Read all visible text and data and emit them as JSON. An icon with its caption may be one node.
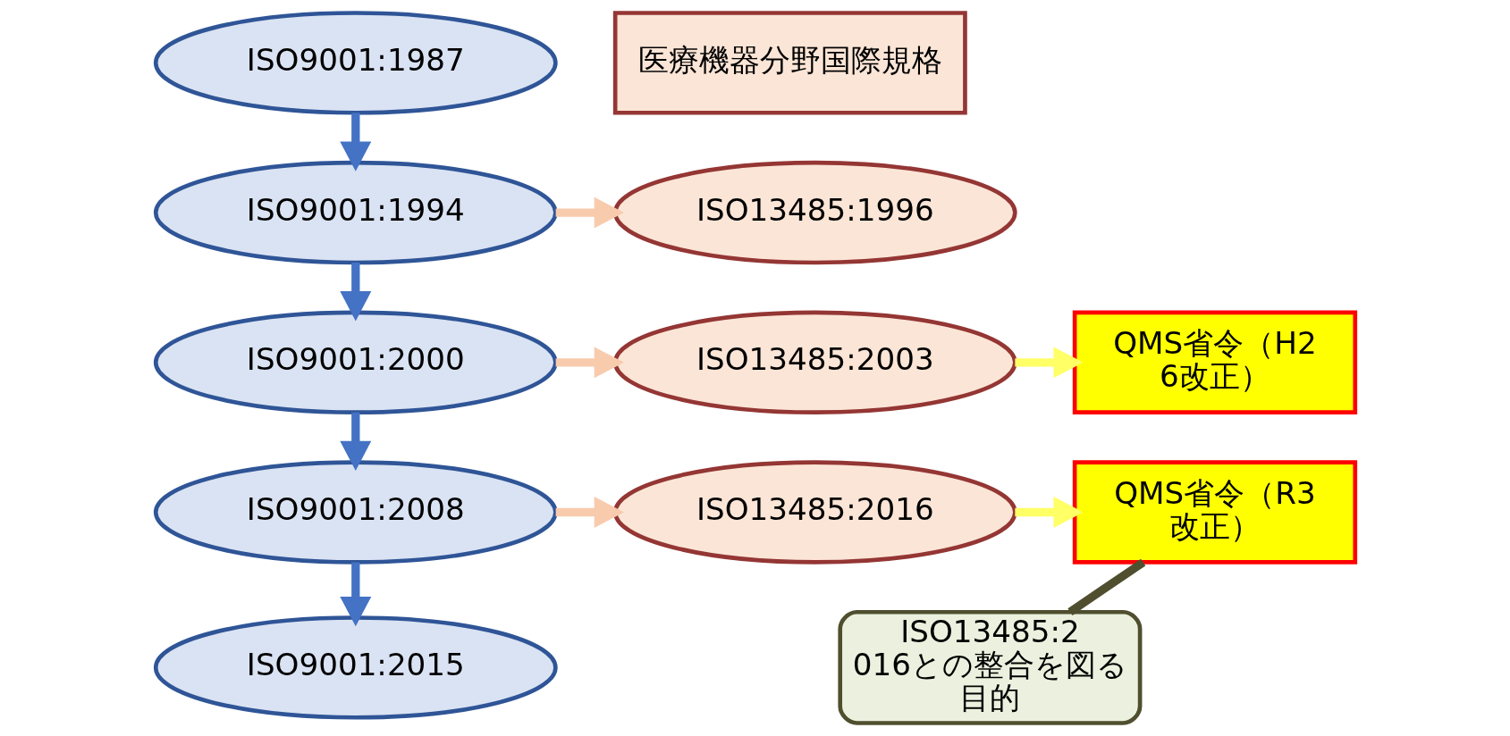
{
  "diagram": {
    "nodes": [
      {
        "text": [
          "ISO9001:1987"
        ]
      },
      {
        "text": [
          "ISO9001:1994"
        ]
      },
      {
        "text": [
          "ISO9001:2000"
        ]
      },
      {
        "text": [
          "ISO9001:2008"
        ]
      },
      {
        "text": [
          "ISO9001:2015"
        ]
      },
      {
        "text": [
          "医療機器分野国際規格"
        ]
      },
      {
        "text": [
          "ISO13485:1996"
        ]
      },
      {
        "text": [
          "ISO13485:2003"
        ]
      },
      {
        "text": [
          "ISO13485:2016"
        ]
      },
      {
        "text": [
          "QMS省令（H26改正）"
        ]
      },
      {
        "text": [
          "QMS省令（R3改正）"
        ]
      },
      {
        "text": [
          "ISO13485:2016との整合を図る目的"
        ]
      }
    ],
    "edges": [
      {
        "from": 0,
        "to": 1,
        "arrow": "to"
      },
      {
        "from": 1,
        "to": 2,
        "arrow": "to"
      },
      {
        "from": 2,
        "to": 3,
        "arrow": "to"
      },
      {
        "from": 3,
        "to": 4,
        "arrow": "to"
      },
      {
        "from": 1,
        "to": 6,
        "arrow": "to",
        "color": "#f8cbad"
      },
      {
        "from": 2,
        "to": 7,
        "arrow": "to",
        "color": "#f8cbad"
      },
      {
        "from": 3,
        "to": 8,
        "arrow": "to",
        "color": "#f8cbad"
      },
      {
        "from": 7,
        "to": 9,
        "arrow": "to",
        "color": "#ffff66"
      },
      {
        "from": 8,
        "to": 10,
        "arrow": "to",
        "color": "#ffff66"
      },
      {
        "from": 11,
        "to": 10,
        "arrow": "none",
        "color": "#4f4f2f"
      }
    ]
  }
}
